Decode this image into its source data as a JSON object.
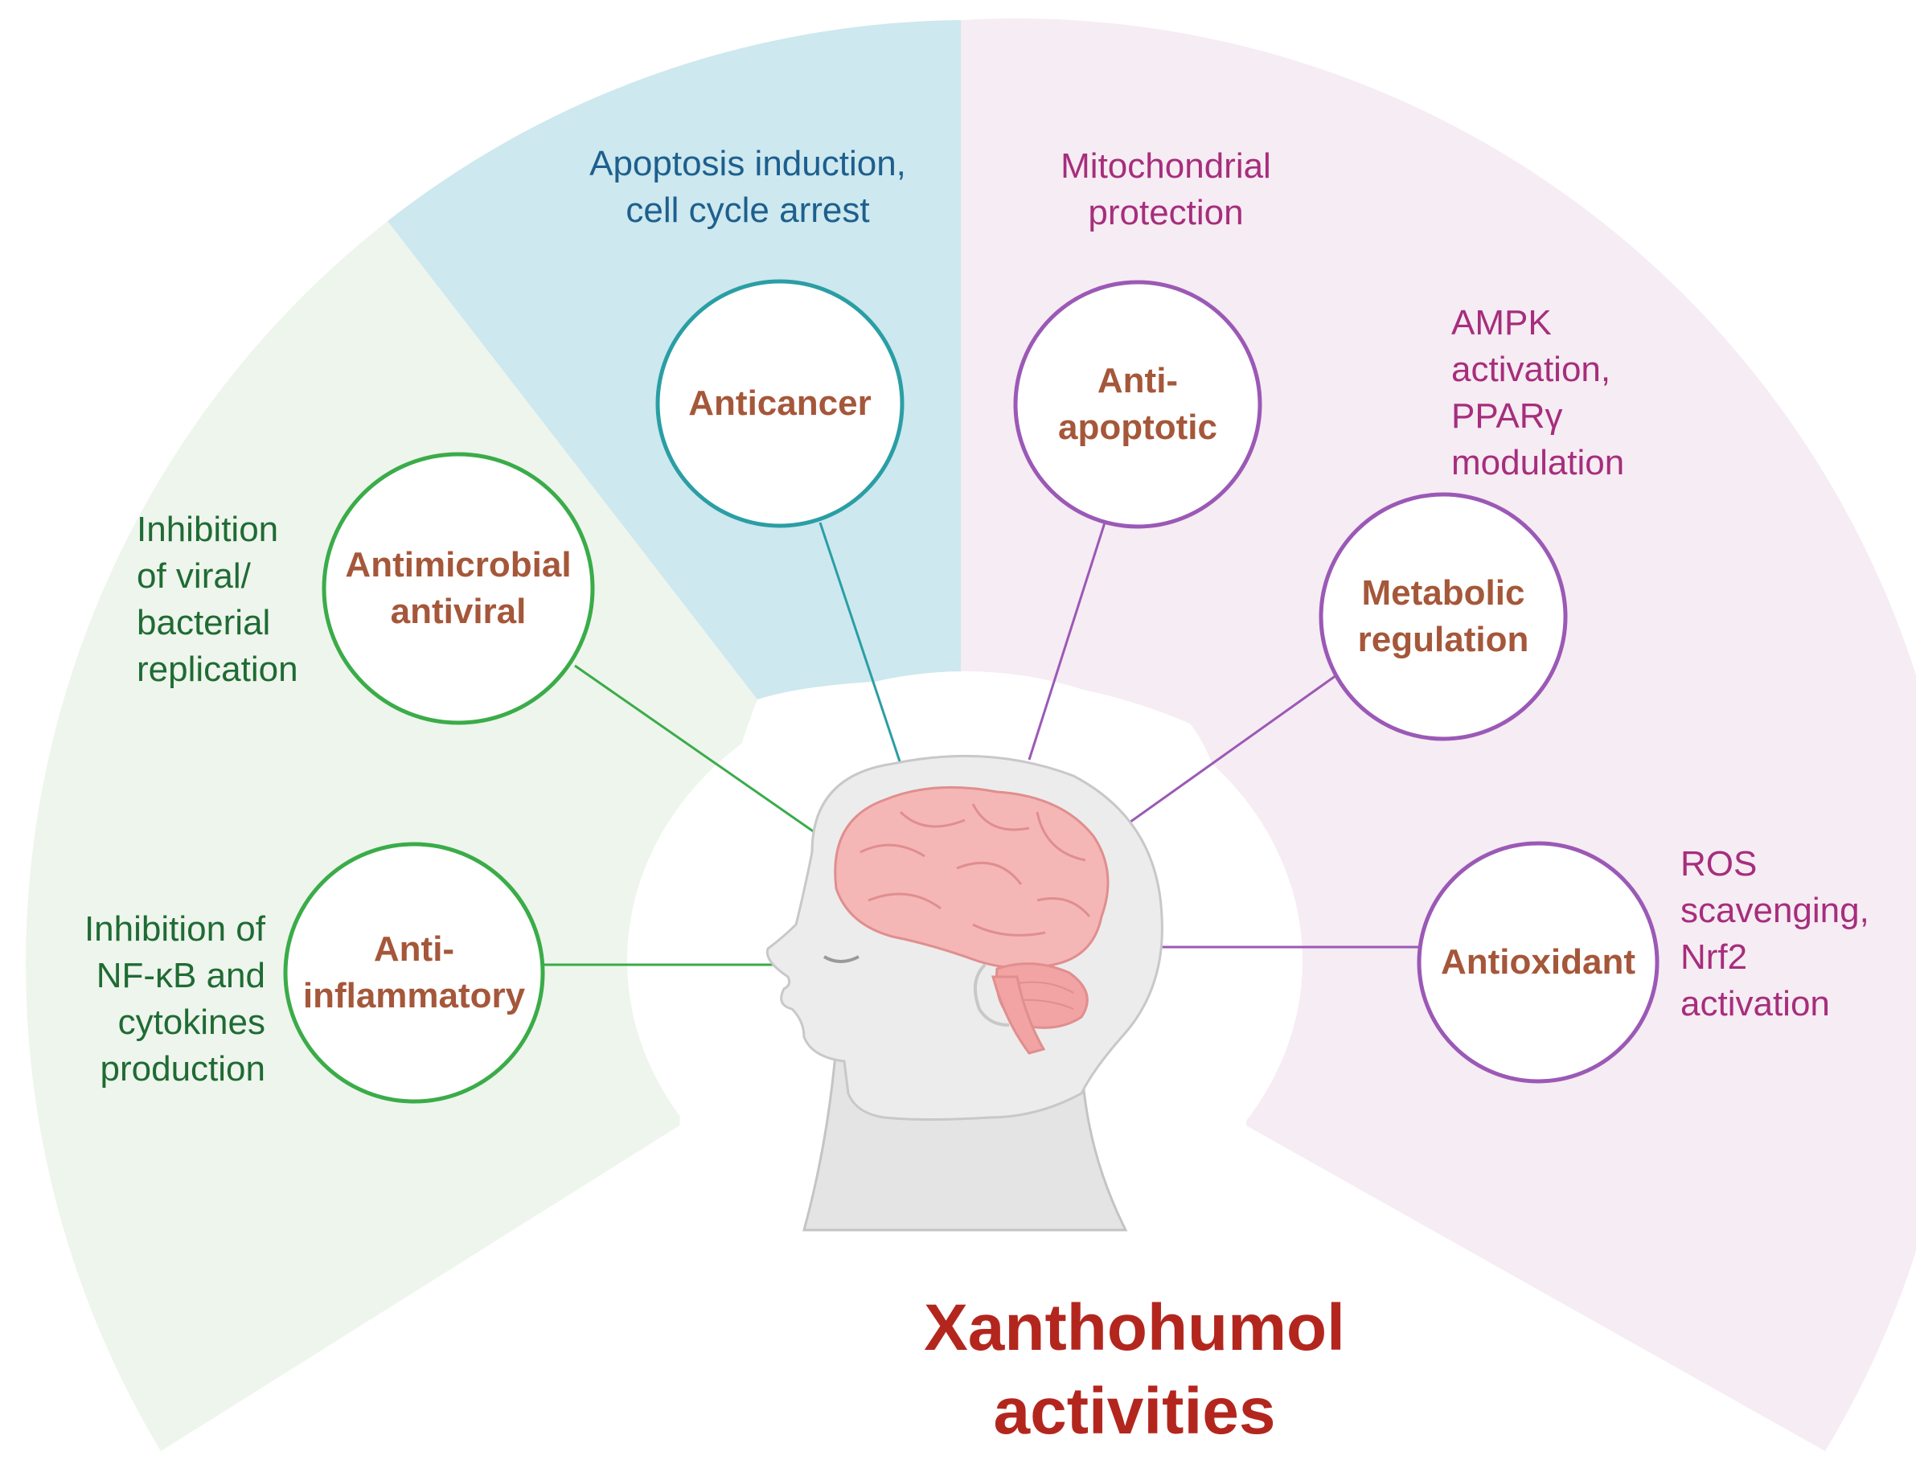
{
  "title": "Xanthohumol\nactivities",
  "colors": {
    "green_sector": "#eef5ec",
    "blue_sector": "#cde8ee",
    "pink_sector": "#f6ecf3",
    "green": "#3aac49",
    "teal": "#2a9ea5",
    "purple": "#9b59b6",
    "circle_text": "#a5573a",
    "title": "#b3261e",
    "green_text": "#1f6b34",
    "blue_text": "#1d5f8e",
    "pink_text": "#a62e7c"
  },
  "activities": {
    "anticancer": {
      "label": "Anticancer",
      "description": "Apoptosis induction,\ncell cycle arrest"
    },
    "antiapoptotic": {
      "label": "Anti-\napoptotic",
      "description": "Mitochondrial\nprotection"
    },
    "metabolic": {
      "label": "Metabolic\nregulation",
      "description": "AMPK\nactivation,\nPPARγ\nmodulation"
    },
    "antioxidant": {
      "label": "Antioxidant",
      "description": "ROS\nscavenging,\nNrf2\nactivation"
    },
    "antimicrobial": {
      "label": "Antimicrobial\nantiviral",
      "description": "Inhibition\nof viral/\nbacterial\nreplication"
    },
    "antiinflammatory": {
      "label": "Anti-\ninflammatory",
      "description": "Inhibition of\nNF-κB and\ncytokines\nproduction"
    }
  },
  "center_icon": "human-head-with-brain-icon"
}
